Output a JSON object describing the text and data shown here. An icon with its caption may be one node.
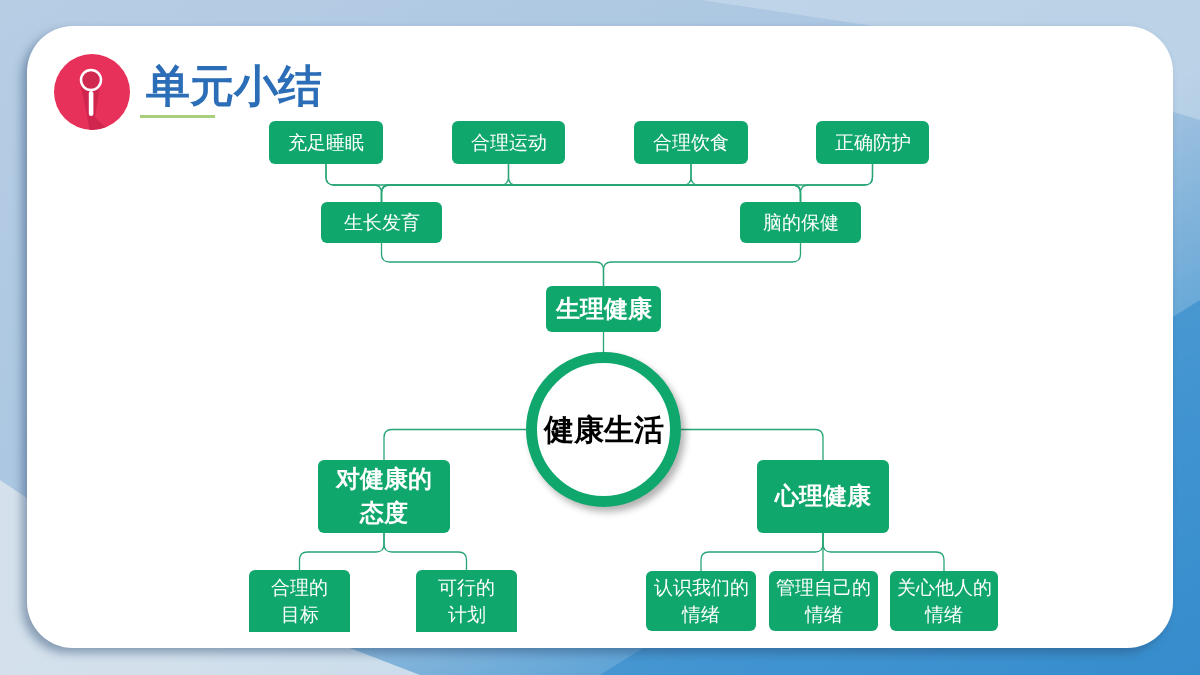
{
  "diagram": {
    "title": "单元小结",
    "nodes": [
      {
        "text": [
          "充足睡眠"
        ]
      },
      {
        "text": [
          "合理运动"
        ]
      },
      {
        "text": [
          "合理饮食"
        ]
      },
      {
        "text": [
          "正确防护"
        ]
      },
      {
        "text": [
          "生长发育"
        ]
      },
      {
        "text": [
          "脑的保健"
        ]
      },
      {
        "text": [
          "生理健康"
        ]
      },
      {
        "text": [
          "健康生活"
        ]
      },
      {
        "text": [
          "对健康的态度"
        ]
      },
      {
        "text": [
          "心理健康"
        ]
      },
      {
        "text": [
          "合理的目标"
        ]
      },
      {
        "text": [
          "可行的计划"
        ]
      },
      {
        "text": [
          "认识我们的情绪"
        ]
      },
      {
        "text": [
          "管理自己的情绪"
        ]
      },
      {
        "text": [
          "关心他人的情绪"
        ]
      }
    ],
    "edges": [
      {
        "from": 7,
        "to": 6,
        "arrow": "none"
      },
      {
        "from": 6,
        "to": 4,
        "arrow": "none"
      },
      {
        "from": 6,
        "to": 5,
        "arrow": "none"
      },
      {
        "from": 4,
        "to": 0,
        "arrow": "none"
      },
      {
        "from": 4,
        "to": 1,
        "arrow": "none"
      },
      {
        "from": 4,
        "to": 2,
        "arrow": "none"
      },
      {
        "from": 4,
        "to": 3,
        "arrow": "none"
      },
      {
        "from": 5,
        "to": 0,
        "arrow": "none"
      },
      {
        "from": 5,
        "to": 1,
        "arrow": "none"
      },
      {
        "from": 5,
        "to": 2,
        "arrow": "none"
      },
      {
        "from": 5,
        "to": 3,
        "arrow": "none"
      },
      {
        "from": 7,
        "to": 8,
        "arrow": "none"
      },
      {
        "from": 7,
        "to": 9,
        "arrow": "none"
      },
      {
        "from": 8,
        "to": 10,
        "arrow": "none"
      },
      {
        "from": 8,
        "to": 11,
        "arrow": "none"
      },
      {
        "from": 9,
        "to": 12,
        "arrow": "none"
      },
      {
        "from": 9,
        "to": 13,
        "arrow": "none"
      },
      {
        "from": 9,
        "to": 14,
        "arrow": "none"
      }
    ]
  }
}
